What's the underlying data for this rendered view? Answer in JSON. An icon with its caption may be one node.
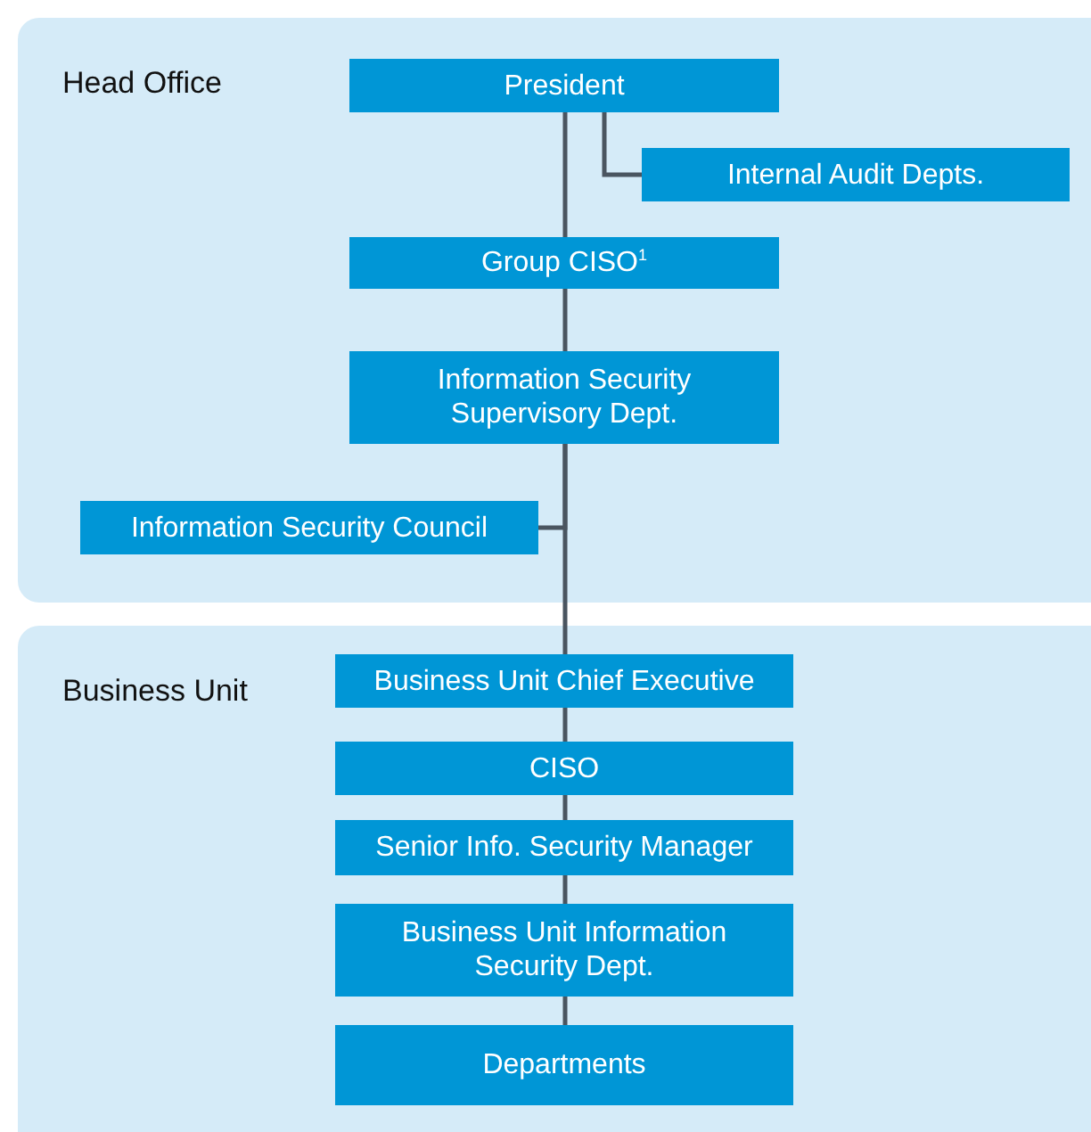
{
  "diagram": {
    "nodes": [
      {
        "text": [
          "Head Office"
        ]
      },
      {
        "text": [
          "President"
        ],
        "in": 0
      },
      {
        "text": [
          "Internal Audit Depts."
        ],
        "in": 0
      },
      {
        "text": [
          "Group CISO$^{1}$"
        ],
        "in": 0
      },
      {
        "text": [
          "Information Security Supervisory Dept."
        ],
        "in": 0
      },
      {
        "text": [
          "Information Security Council"
        ],
        "in": 0
      },
      {
        "text": [
          "Business Unit"
        ]
      },
      {
        "text": [
          "Business Unit Chief Executive"
        ],
        "in": 6
      },
      {
        "text": [
          "CISO"
        ],
        "in": 6
      },
      {
        "text": [
          "Senior Info. Security Manager"
        ],
        "in": 6
      },
      {
        "text": [
          "Business Unit Information Security Dept."
        ],
        "in": 6
      },
      {
        "text": [
          "Departments"
        ],
        "in": 6
      }
    ],
    "edges": [
      {
        "from": 1,
        "to": 2,
        "arrow": "none"
      },
      {
        "from": 1,
        "to": 3,
        "arrow": "none"
      },
      {
        "from": 3,
        "to": 4,
        "arrow": "none"
      },
      {
        "from": 4,
        "to": 5,
        "arrow": "none"
      },
      {
        "from": 4,
        "to": 7,
        "arrow": "none"
      },
      {
        "from": 7,
        "to": 8,
        "arrow": "none"
      },
      {
        "from": 8,
        "to": 9,
        "arrow": "none"
      },
      {
        "from": 9,
        "to": 10,
        "arrow": "none"
      },
      {
        "from": 10,
        "to": 11,
        "arrow": "none"
      }
    ]
  }
}
